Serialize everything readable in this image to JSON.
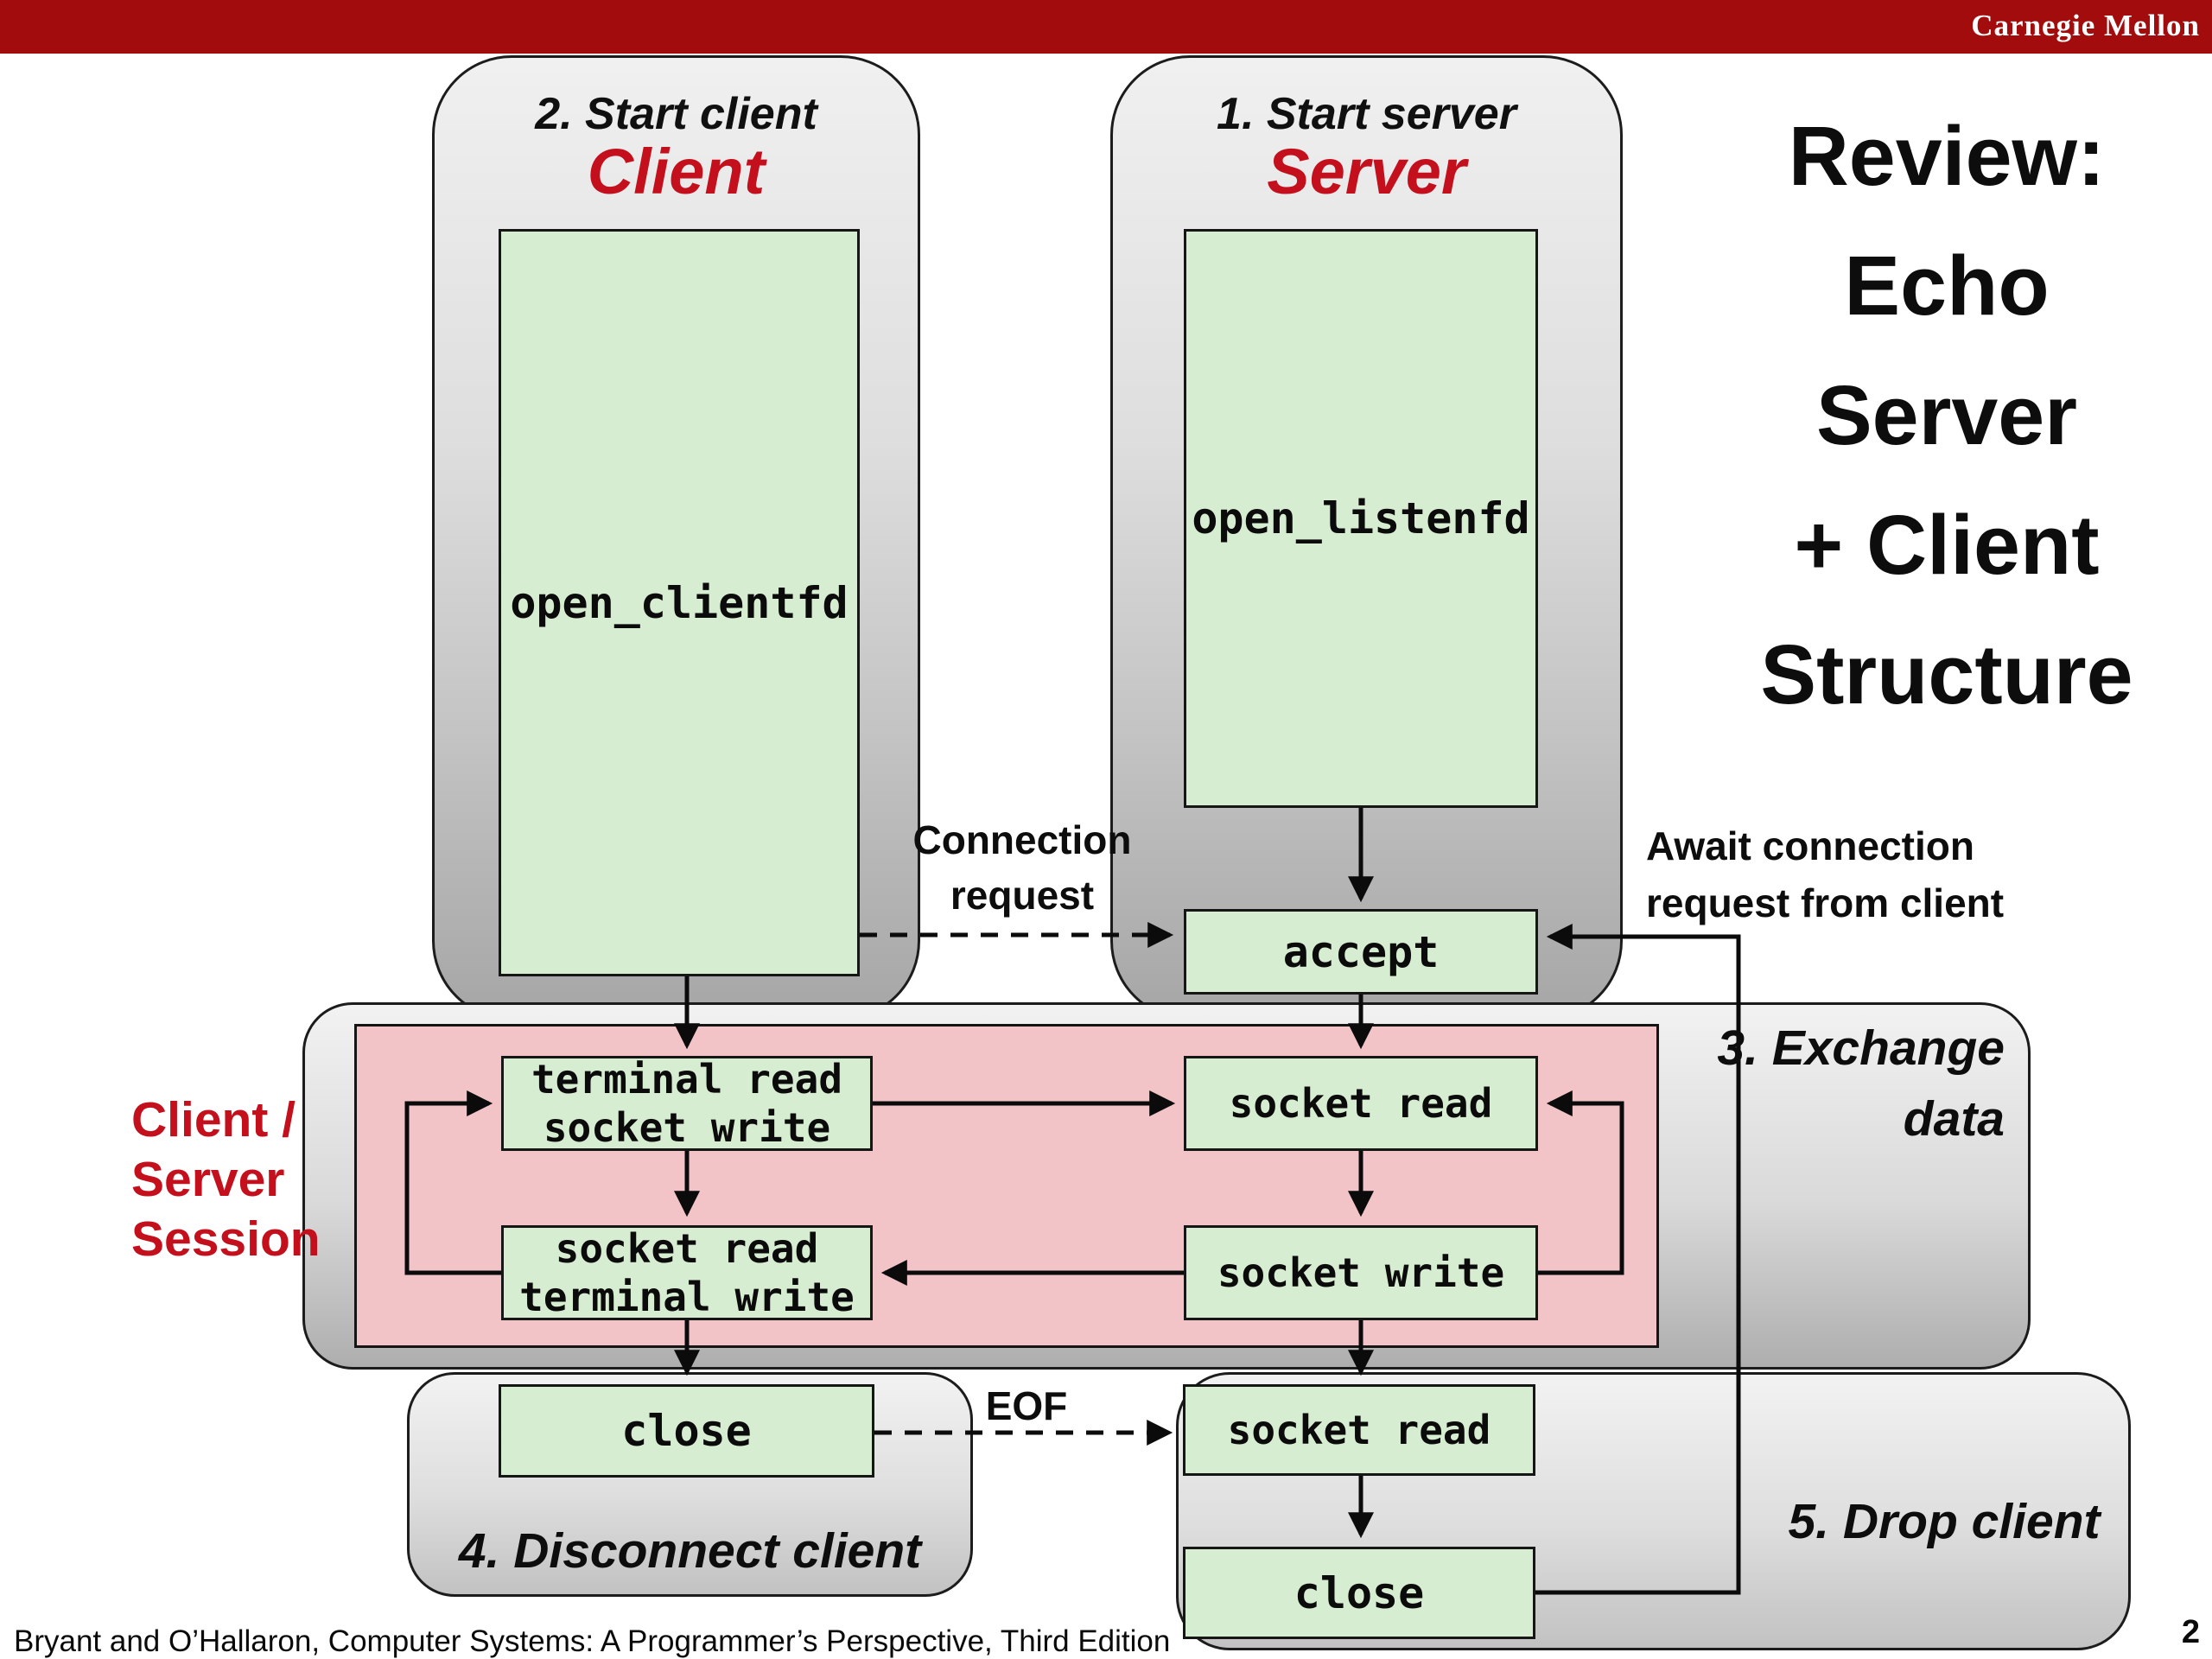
{
  "brand": {
    "wordmark": "Carnegie Mellon"
  },
  "title": {
    "lines": [
      "Review:",
      "Echo",
      "Server",
      "+ Client",
      "Structure"
    ]
  },
  "colors": {
    "top_bar": "#a30c0c",
    "accent_red": "#c3101c",
    "green_box_fill": "#d7edd1",
    "pink_session_fill": "#f2c4c8",
    "panel_gray_top": "#f0f0f0",
    "panel_gray_bottom": "#a6a6a6"
  },
  "client": {
    "step": "2. Start client",
    "name": "Client",
    "fn": "open_clientfd"
  },
  "server": {
    "step": "1. Start server",
    "name": "Server",
    "fn": "open_listenfd",
    "accept": "accept"
  },
  "session": {
    "label_lines": [
      "Client /",
      "Server",
      "Session"
    ],
    "client_box1": [
      "terminal read",
      "socket write"
    ],
    "server_box1": "socket read",
    "client_box2": [
      "socket read",
      "terminal write"
    ],
    "server_box2": "socket write",
    "exchange_lines": [
      "3. Exchange",
      "data"
    ]
  },
  "annotations": {
    "connection_request_lines": [
      "Connection",
      "request"
    ],
    "await_lines": [
      "Await connection",
      "request from client"
    ],
    "eof": "EOF"
  },
  "disconnect": {
    "close": "close",
    "label": "4. Disconnect client"
  },
  "drop": {
    "socket_read": "socket read",
    "close": "close",
    "label": "5. Drop client"
  },
  "footer": {
    "attribution": "Bryant and O’Hallaron, Computer Systems: A Programmer’s Perspective, Third Edition",
    "page": "2"
  }
}
